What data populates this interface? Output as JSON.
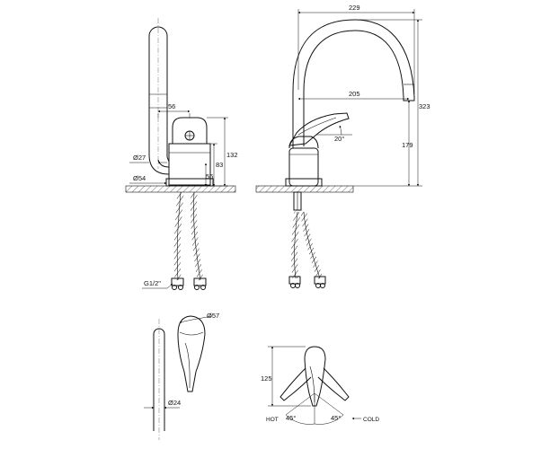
{
  "dimensions": {
    "reach_total": "229",
    "reach_spout": "205",
    "height_total": "323",
    "height_spout": "179",
    "lever_angle": "20°",
    "side_56_top": "56",
    "side_132": "132",
    "side_83": "83",
    "side_56_base": "56",
    "dia_27": "Ø27",
    "dia_54": "Ø54",
    "thread": "G1/2\"",
    "dia_57": "Ø57",
    "dia_24": "Ø24",
    "bottom_125": "125",
    "angle_left": "45°",
    "angle_right": "45°",
    "label_hot": "HOT",
    "label_cold": "COLD"
  }
}
